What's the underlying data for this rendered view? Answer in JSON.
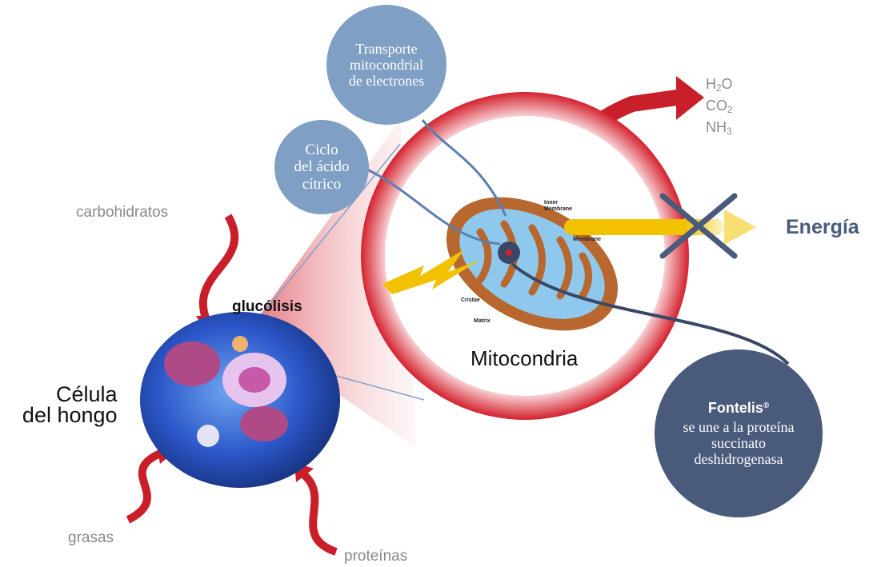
{
  "colors": {
    "bubble_light": "#7f9fc4",
    "bubble_dark": "#4a5a7a",
    "ring_red": "#d4212e",
    "energy_yellow": "#f2c200",
    "arrow_red": "#c91f2b",
    "cell_blue": "#2b57c9",
    "mito_brown": "#b8672f",
    "mito_blue": "#8ec8ec",
    "label_grey": "#8a8a8a",
    "energy_blue": "#4a5a7a"
  },
  "labels": {
    "transport": [
      "Transporte",
      "mitocondrial",
      "de electrones"
    ],
    "citric": [
      "Ciclo",
      "del ácido",
      "cítrico"
    ],
    "carbohidratos": "carbohidratos",
    "glucolisis": "glucólisis",
    "cell": [
      "Célula",
      "del hongo"
    ],
    "grasas": "grasas",
    "proteinas": "proteínas",
    "mitocondria": "Mitocondria",
    "energia": "Energía",
    "products": [
      {
        "base": "H",
        "sub": "2",
        "tail": "O"
      },
      {
        "base": "CO",
        "sub": "2",
        "tail": ""
      },
      {
        "base": "NH",
        "sub": "3",
        "tail": ""
      }
    ],
    "fontelis": {
      "brand": "Fontelis",
      "mark": "®",
      "lines": [
        "se une a la proteína",
        "succinato",
        "deshidrogenasa"
      ]
    },
    "mito_parts": {
      "inner_membrane": [
        "Inner",
        "Membrane"
      ],
      "membrane": "Membrane",
      "cristae": "Cristae",
      "matrix": "Matrix"
    }
  },
  "icons": [
    "energy-blocked-x-icon",
    "lightning-bolt-icon",
    "input-arrow-icon",
    "output-arrow-icon"
  ]
}
